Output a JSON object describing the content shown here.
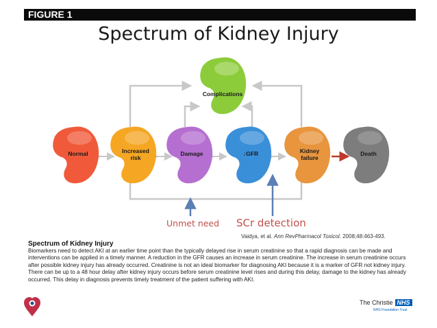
{
  "header": {
    "figure_label": "FIGURE 1",
    "title": "Spectrum of Kidney Injury"
  },
  "diagram": {
    "stages": [
      {
        "label": "Normal",
        "color": "#f05a3a"
      },
      {
        "label": "Increased risk",
        "line1": "Increased",
        "line2": "risk",
        "color": "#f5a623"
      },
      {
        "label": "Damage",
        "color": "#b56fd0"
      },
      {
        "label": "↓GFR",
        "color": "#3a8fd9"
      },
      {
        "label": "Kidney failure",
        "line1": "Kidney",
        "line2": "failure",
        "color": "#e8953e"
      },
      {
        "label": "Death",
        "color": "#7d7d7d"
      }
    ],
    "complications": {
      "label": "Complications",
      "color": "#8ccc3a"
    },
    "annotations": {
      "unmet_need": "Unmet need",
      "scr_detection": "SCr detection"
    },
    "colors": {
      "annotation": "#c0504d",
      "arrow_blue": "#5b7fb5",
      "arrow_red": "#c0392b",
      "connector": "#c8c8c8"
    }
  },
  "citation": {
    "authors": "Vaidya, et al.",
    "journal": "Ann RevPharmacol Toxicol.",
    "details": "2008;48:463-493."
  },
  "caption": {
    "title": "Spectrum of Kidney Injury",
    "body": "Biomarkers need to detect AKI at an earlier time point than the typically delayed rise in serum creatinine so that a rapid diagnosis can be made and interventions can be applied in a timely manner. A reduction in the GFR causes an increase in serum creatinine. The increase in serum creatinine occurs after possible kidney injury has already occurred. Creatinine is not an ideal biomarker for diagnosing AKI because it is a marker of GFR not kidney injury. There can be up to a 48 hour delay after kidney injury occurs before serum creatinine level rises and during this delay, damage to the kidney has already occurred. This delay in diagnosis prevents timely treatment of the patient suffering with AKI."
  },
  "footer": {
    "org_name": "The Christie",
    "nhs": "NHS",
    "trust": "NHS Foundation Trust",
    "logo_icon": "heart-location-icon"
  }
}
